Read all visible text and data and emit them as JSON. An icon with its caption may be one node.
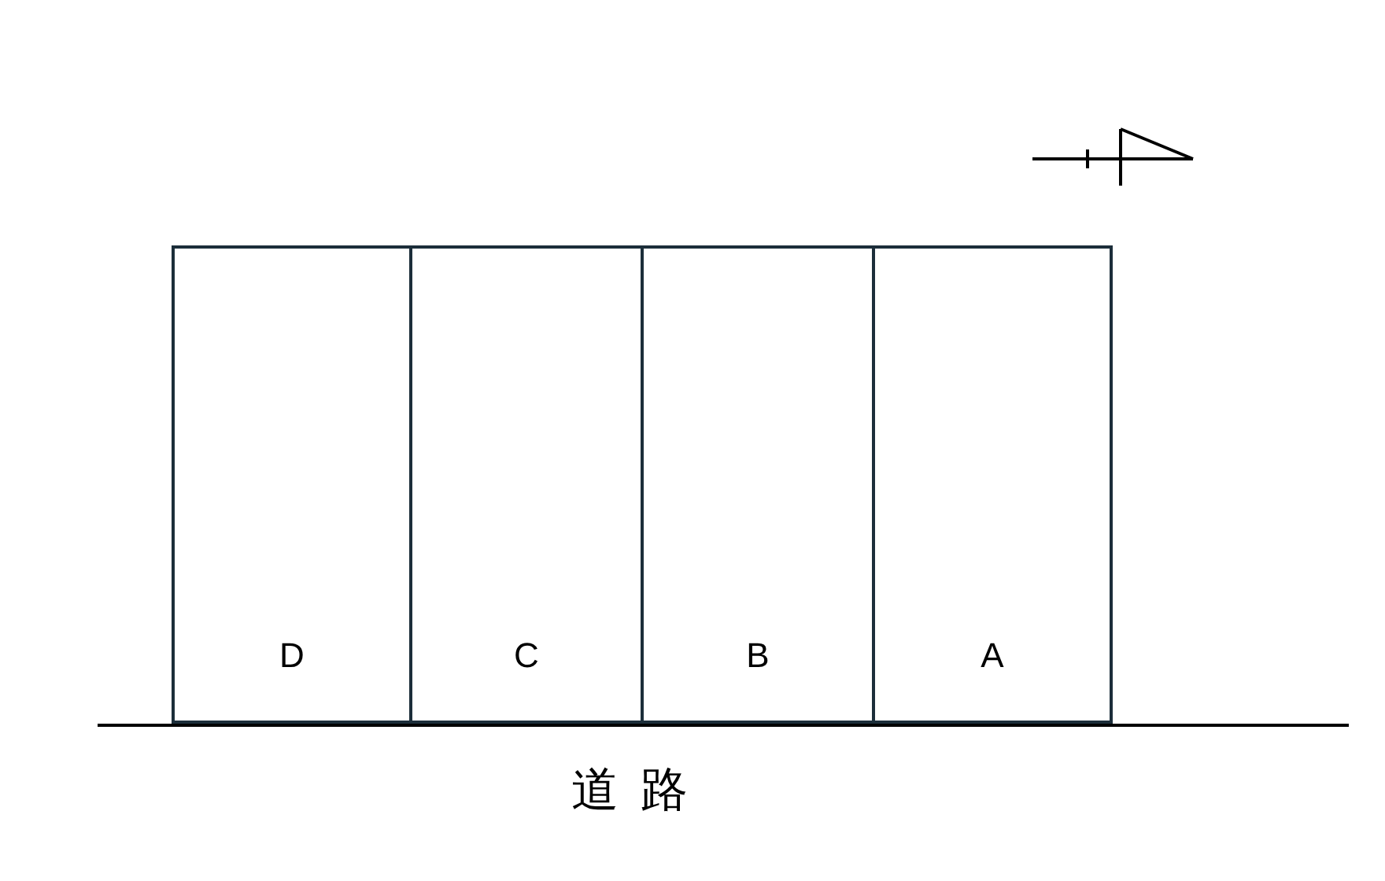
{
  "diagram": {
    "nodes": [
      {
        "text": [
          "D"
        ]
      },
      {
        "text": [
          "C"
        ]
      },
      {
        "text": [
          "B"
        ]
      },
      {
        "text": [
          "A"
        ]
      }
    ],
    "labels": [
      "道路"
    ]
  }
}
